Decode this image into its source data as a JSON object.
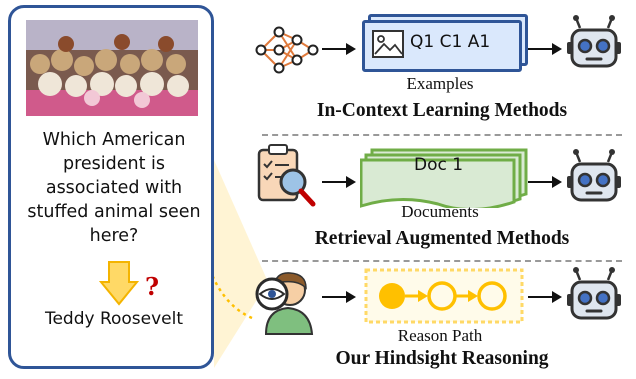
{
  "left_panel": {
    "question": "Which American president is associated with stuffed animal seen here?",
    "answer": "Teddy Roosevelt",
    "question_mark": "?"
  },
  "methods": [
    {
      "label": "Q1 C1 A1",
      "caption": "Examples",
      "title": "In-Context Learning Methods"
    },
    {
      "label": "Doc 1",
      "caption": "Documents",
      "title": "Retrieval Augmented Methods"
    },
    {
      "caption": "Reason Path",
      "title": "Our Hindsight Reasoning"
    }
  ],
  "icons": [
    "teddy-bears-photo",
    "neural-network-icon",
    "image-icon",
    "robot-icon",
    "clipboard-search-icon",
    "person-eye-icon",
    "reason-path-nodes",
    "down-arrow-icon"
  ],
  "colors": {
    "panel_border": "#2f5597",
    "examples_fill": "#dae8fc",
    "documents_fill": "#d9ead3",
    "documents_border": "#70ad47",
    "reason_fill": "#ffc000",
    "reason_border": "#ffd966",
    "highlight": "#fff2cc",
    "question_mark": "#c00000"
  }
}
